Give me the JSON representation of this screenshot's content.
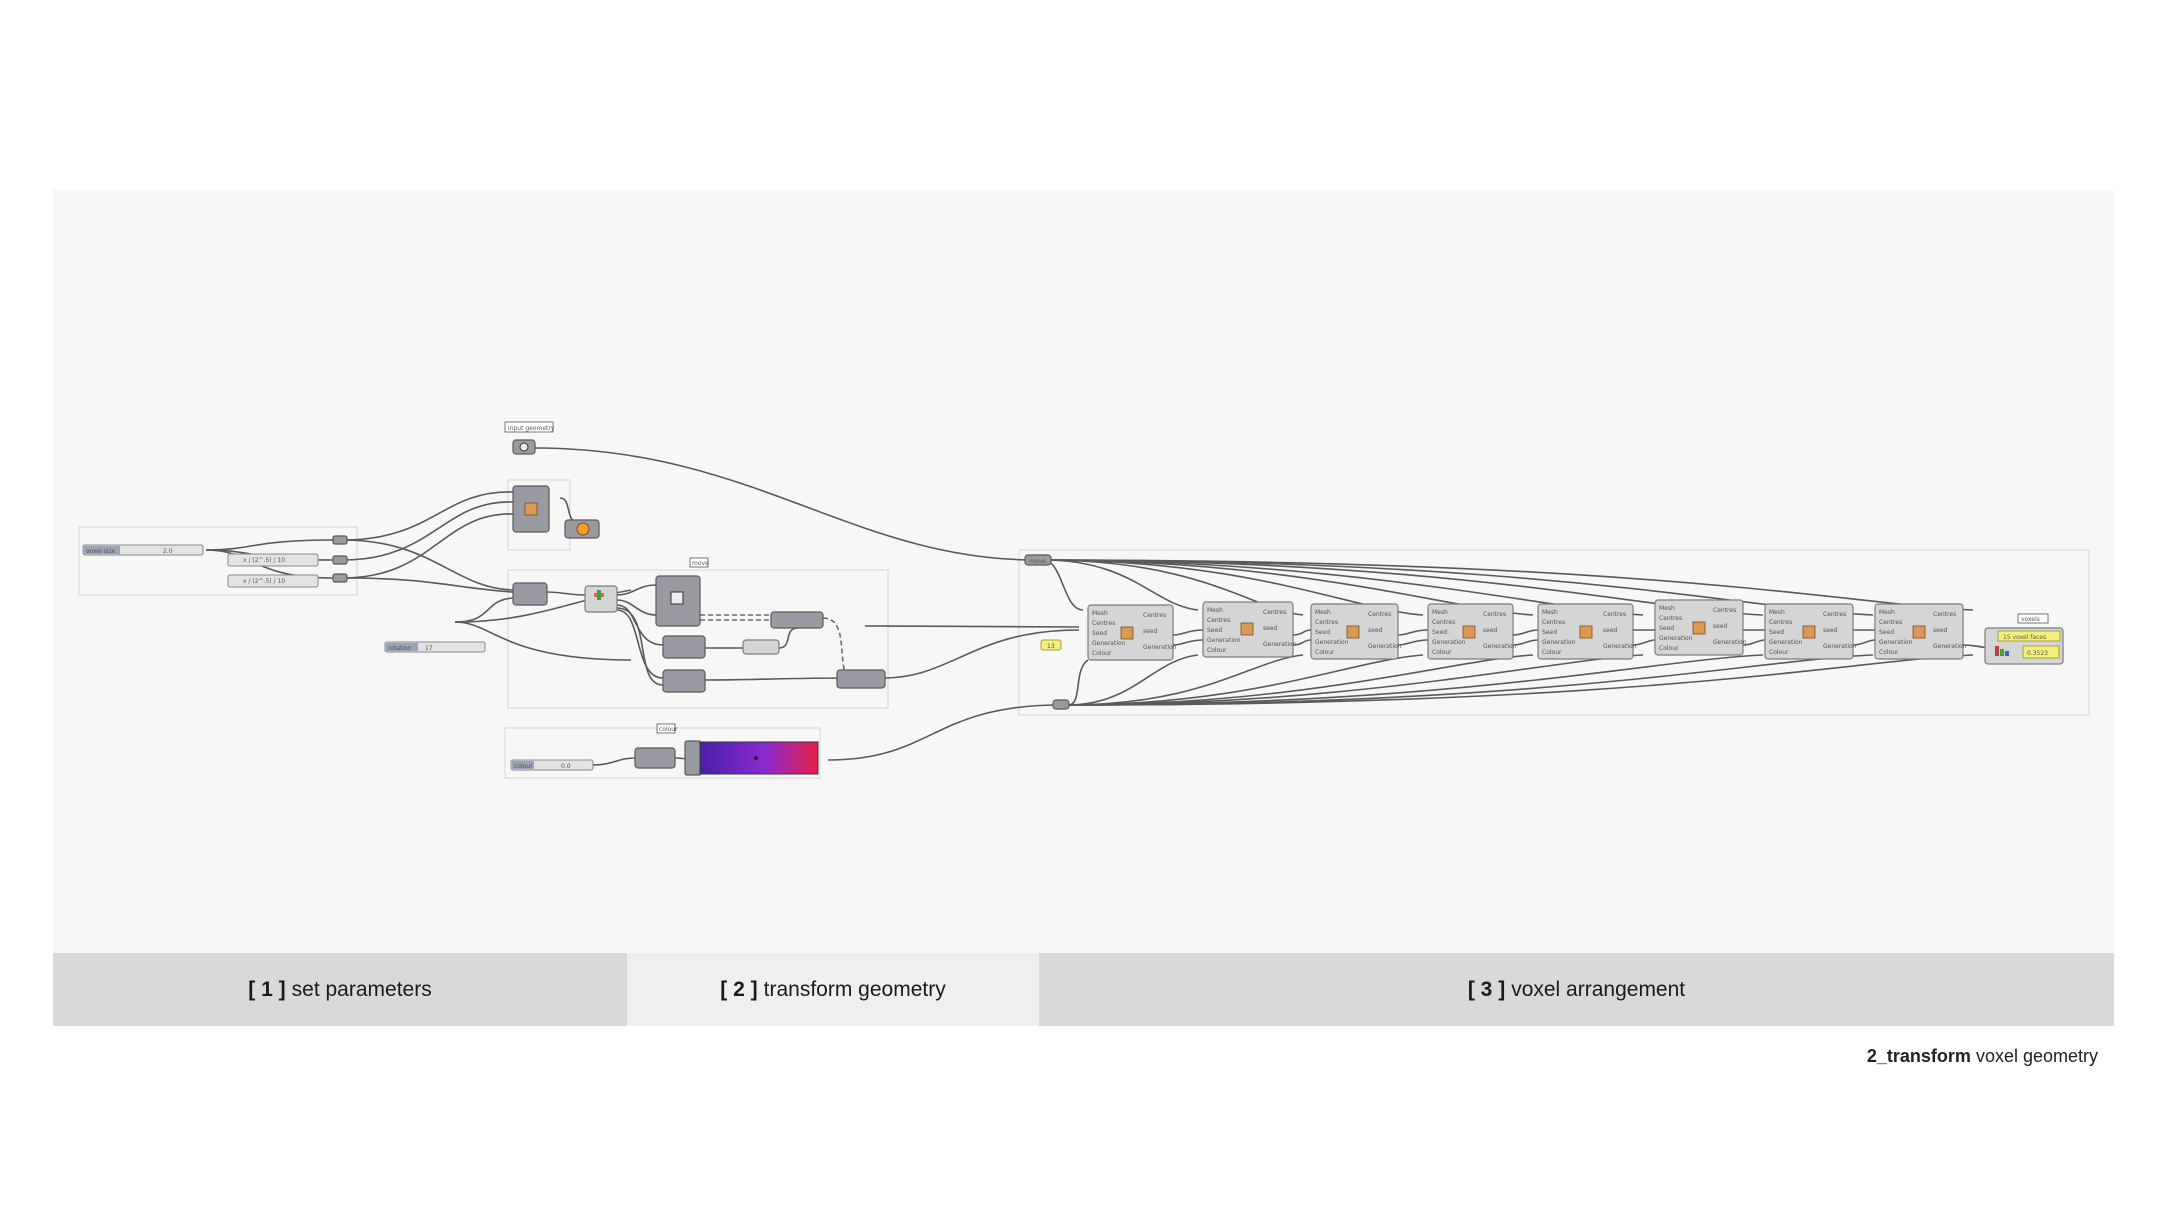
{
  "canvas": {
    "labels": {
      "input_geometry": "input geometry",
      "slider_1_name": "voxel size",
      "slider_1_value": "2.0",
      "expression_1": "x / (2^.5) / 10",
      "expression_2": "x / (2^.5) / 10",
      "slider_2_name": "rotation",
      "slider_2_value": "17",
      "slider_3_name": "colour",
      "slider_3_value": "0.0",
      "gradient_label": "colour",
      "transform_label": "move",
      "count_label": "13",
      "panel_title": "voxels",
      "panel_line_1": "15 voxel faces",
      "panel_line_2": "0.3523",
      "cluster_ports": [
        "Mesh",
        "Centres",
        "Seed",
        "Generation",
        "Colour"
      ],
      "cluster_outputs": [
        "Centres",
        "seed",
        "Generation"
      ]
    },
    "colors": {
      "gradient_start": "#4a1fa8",
      "gradient_end": "#e8204a",
      "canvas_bg": "#f7f7f7"
    }
  },
  "sections": [
    {
      "num": "[ 1 ]",
      "label": "set parameters"
    },
    {
      "num": "[ 2 ]",
      "label": "transform geometry"
    },
    {
      "num": "[ 3 ]",
      "label": "voxel arrangement"
    }
  ],
  "caption": {
    "bold": "2_transform",
    "rest": " voxel geometry"
  }
}
